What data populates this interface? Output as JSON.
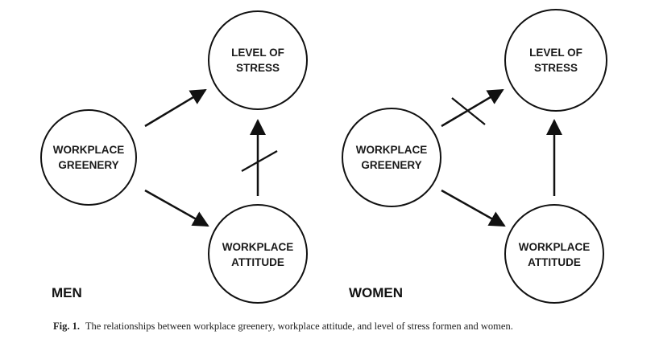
{
  "panels": [
    {
      "group_label": "MEN",
      "nodes": {
        "greenery": [
          "WORKPLACE",
          "GREENERY"
        ],
        "stress": [
          "LEVEL OF",
          "STRESS"
        ],
        "attitude": [
          "WORKPLACE",
          "ATTITUDE"
        ]
      },
      "edges": [
        {
          "from": "WORKPLACE GREENERY",
          "to": "LEVEL OF STRESS",
          "crossed": false
        },
        {
          "from": "WORKPLACE GREENERY",
          "to": "WORKPLACE ATTITUDE",
          "crossed": false
        },
        {
          "from": "WORKPLACE ATTITUDE",
          "to": "LEVEL OF STRESS",
          "crossed": true
        }
      ]
    },
    {
      "group_label": "WOMEN",
      "nodes": {
        "greenery": [
          "WORKPLACE",
          "GREENERY"
        ],
        "stress": [
          "LEVEL OF",
          "STRESS"
        ],
        "attitude": [
          "WORKPLACE",
          "ATTITUDE"
        ]
      },
      "edges": [
        {
          "from": "WORKPLACE GREENERY",
          "to": "LEVEL OF STRESS",
          "crossed": true
        },
        {
          "from": "WORKPLACE GREENERY",
          "to": "WORKPLACE ATTITUDE",
          "crossed": false
        },
        {
          "from": "WORKPLACE ATTITUDE",
          "to": "LEVEL OF STRESS",
          "crossed": false
        }
      ]
    }
  ],
  "caption": {
    "label": "Fig. 1.",
    "text": "The relationships between workplace greenery, workplace attitude, and level of stress formen  and women."
  },
  "colors": {
    "stroke": "#111111",
    "text": "#1a1a1a"
  }
}
